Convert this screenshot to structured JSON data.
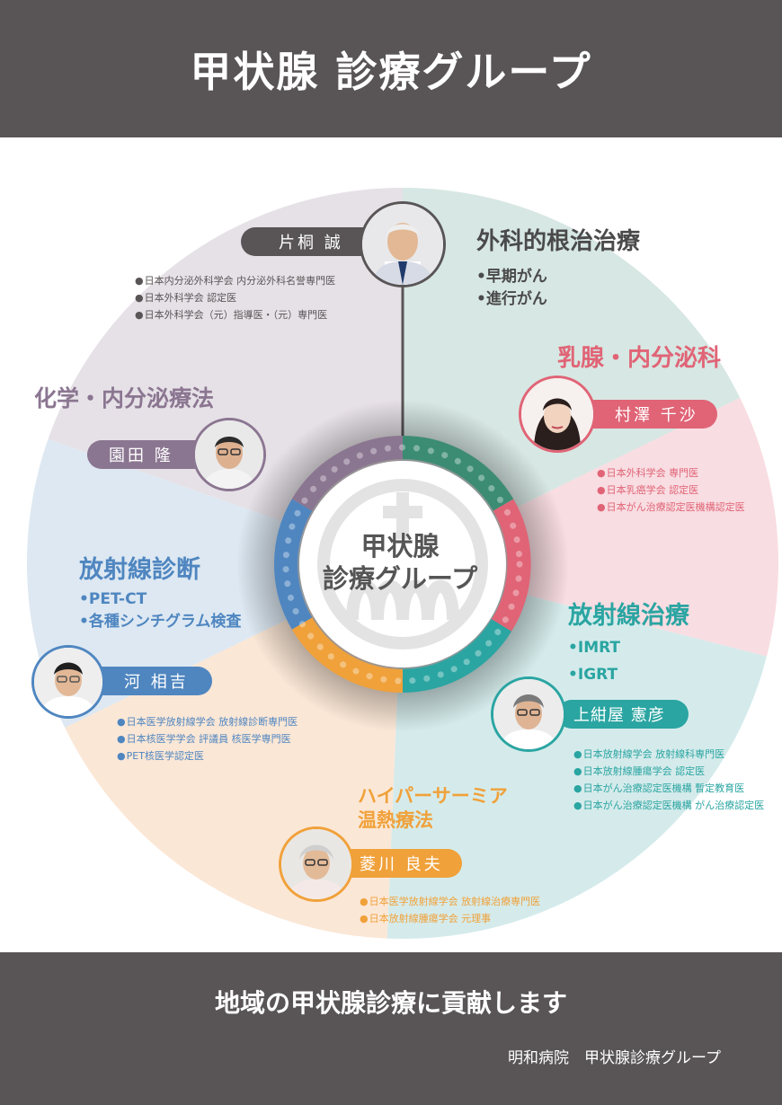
{
  "header": {
    "title": "甲状腺 診療グループ"
  },
  "center": {
    "line1": "甲状腺",
    "line2": "診療グループ"
  },
  "colors": {
    "gray": "#595556",
    "purple": "#8b7691",
    "green": "#3c8c74",
    "red": "#e06476",
    "teal": "#2aa5a2",
    "orange": "#f0a13a",
    "blue": "#4f86c0"
  },
  "sections": {
    "surgery": {
      "title": "外科的根治治療",
      "items": [
        "•早期がん",
        "•進行がん"
      ]
    },
    "breast": {
      "title": "乳腺・内分泌科"
    },
    "chemo": {
      "title": "化学・内分泌療法"
    },
    "diagnosis": {
      "title": "放射線診断",
      "items": [
        "•PET-CT",
        "•各種シンチグラム検査"
      ]
    },
    "radiotherapy": {
      "title": "放射線治療",
      "items": [
        "•IMRT",
        "•IGRT"
      ]
    },
    "hyperthermia": {
      "title_line1": "ハイパーサーミア",
      "title_line2": "温熱療法"
    }
  },
  "doctors": {
    "katagiri": {
      "name": "片桐 誠",
      "creds": [
        "日本内分泌外科学会 内分泌外科名誉専門医",
        "日本外科学会 認定医",
        "日本外科学会（元）指導医・（元）専門医"
      ]
    },
    "murasawa": {
      "name": "村澤 千沙",
      "creds": [
        "日本外科学会 専門医",
        "日本乳癌学会 認定医",
        "日本がん治療認定医機構認定医"
      ]
    },
    "sonoda": {
      "name": "園田 隆"
    },
    "kawa": {
      "name": "河 相吉",
      "creds": [
        "日本医学放射線学会 放射線診断専門医",
        "日本核医学学会 評議員 核医学専門医",
        "PET核医学認定医"
      ]
    },
    "kamikon": {
      "name": "上紺屋 憲彦",
      "creds": [
        "日本放射線学会 放射線科専門医",
        "日本放射線腫瘍学会 認定医",
        "日本がん治療認定医機構 暫定教育医",
        "日本がん治療認定医機構 がん治療認定医"
      ]
    },
    "hishikawa": {
      "name": "菱川 良夫",
      "creds": [
        "日本医学放射線学会 放射線治療専門医",
        "日本放射線腫瘍学会 元理事"
      ]
    }
  },
  "footer": {
    "tagline": "地域の甲状腺診療に貢献します",
    "org": "明和病院　甲状腺診療グループ"
  }
}
